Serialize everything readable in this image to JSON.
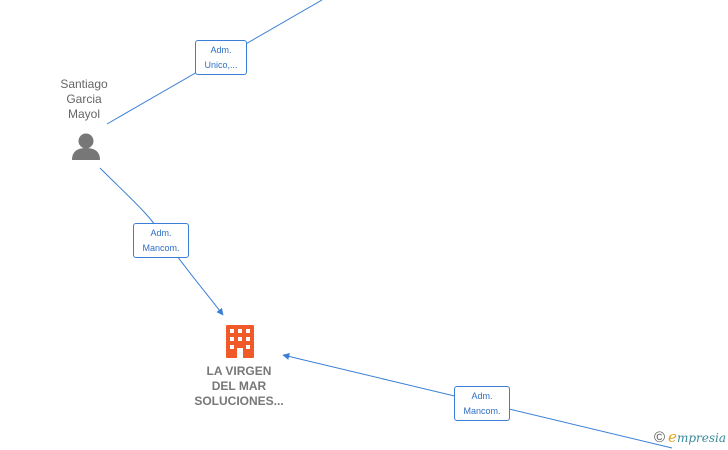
{
  "colors": {
    "edge": "#3a7fd5",
    "person_icon": "#777777",
    "company_icon": "#f05a28"
  },
  "nodes": {
    "person": {
      "name_lines": [
        "Santiago",
        "Garcia",
        "Mayol"
      ],
      "icon": "person-icon"
    },
    "company": {
      "name_lines": [
        "LA VIRGEN",
        "DEL MAR",
        "SOLUCIONES..."
      ],
      "icon": "building-icon"
    }
  },
  "edges": [
    {
      "label_lines": [
        "Adm.",
        "Unico,..."
      ]
    },
    {
      "label_lines": [
        "Adm.",
        "Mancom."
      ]
    },
    {
      "label_lines": [
        "Adm.",
        "Mancom."
      ]
    }
  ],
  "watermark": {
    "copyright": "©",
    "brand_initial": "e",
    "brand_rest": "mpresia"
  }
}
